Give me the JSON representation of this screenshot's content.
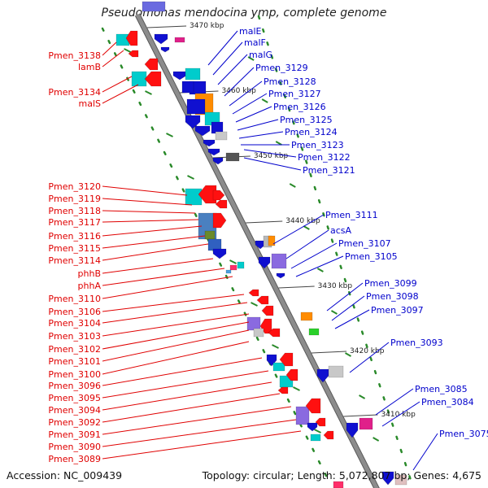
{
  "title": "Pseudomonas mendocina ymp, complete genome",
  "footer": {
    "accession": "Accession: NC_009439",
    "summary": "Topology: circular; Length: 5,072,807 bp; Genes: 4,675"
  },
  "colors": {
    "backbone": "#8c8c8c",
    "tick": "#2a8a2a",
    "left_label": "#e00000",
    "right_label": "#0000cc"
  },
  "kbp_labels": [
    "3470 kbp",
    "3460 kbp",
    "3450 kbp",
    "3440 kbp",
    "3430 kbp",
    "3420 kbp",
    "3410 kbp"
  ],
  "left_labels": [
    "Pmen_3138",
    "lamB",
    "Pmen_3134",
    "malS",
    "Pmen_3120",
    "Pmen_3119",
    "Pmen_3118",
    "Pmen_3117",
    "Pmen_3116",
    "Pmen_3115",
    "Pmen_3114",
    "phhB",
    "phhA",
    "Pmen_3110",
    "Pmen_3106",
    "Pmen_3104",
    "Pmen_3103",
    "Pmen_3102",
    "Pmen_3101",
    "Pmen_3100",
    "Pmen_3096",
    "Pmen_3095",
    "Pmen_3094",
    "Pmen_3092",
    "Pmen_3091",
    "Pmen_3090",
    "Pmen_3089"
  ],
  "right_labels": [
    "malE",
    "malF",
    "malG",
    "Pmen_3129",
    "Pmen_3128",
    "Pmen_3127",
    "Pmen_3126",
    "Pmen_3125",
    "Pmen_3124",
    "Pmen_3123",
    "Pmen_3122",
    "Pmen_3121",
    "Pmen_3111",
    "acsA",
    "Pmen_3107",
    "Pmen_3105",
    "Pmen_3099",
    "Pmen_3098",
    "Pmen_3097",
    "Pmen_3093",
    "Pmen_3085",
    "Pmen_3084",
    "Pmen_3075"
  ]
}
